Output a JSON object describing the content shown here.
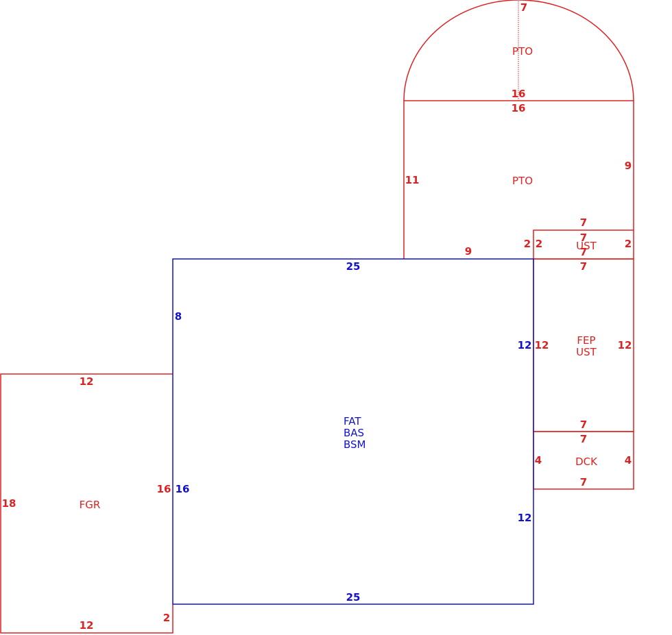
{
  "colors": {
    "red": "#dd2222",
    "blue": "#1111cc"
  },
  "areas": {
    "pto_semi": {
      "code": "PTO",
      "dims": {
        "apex": "7",
        "chord": "16"
      }
    },
    "pto_rect": {
      "code": "PTO",
      "dims": {
        "top": "16",
        "left": "11",
        "right": "9",
        "bottom": "9",
        "notch": "2"
      }
    },
    "ust_small": {
      "code": "UST",
      "dims": {
        "top": "7",
        "top_inner": "7",
        "bottom_inner": "7",
        "left": "2",
        "right": "2"
      }
    },
    "fep_ust": {
      "codes": [
        "FEP",
        "UST"
      ],
      "dims": {
        "top": "7",
        "left": "12",
        "right": "12",
        "bottom": "7"
      }
    },
    "dck": {
      "code": "DCK",
      "dims": {
        "top": "7",
        "left": "4",
        "right": "4",
        "bottom": "7"
      }
    },
    "main": {
      "codes": [
        "FAT",
        "BAS",
        "BSM"
      ],
      "dims": {
        "top": "25",
        "bottom": "25",
        "left_upper": "8",
        "left_lower": "16",
        "right_upper": "12",
        "right_lower": "12"
      }
    },
    "fgr": {
      "code": "FGR",
      "dims": {
        "top": "12",
        "bottom": "12",
        "left": "18",
        "right": "16",
        "step": "2"
      }
    }
  }
}
